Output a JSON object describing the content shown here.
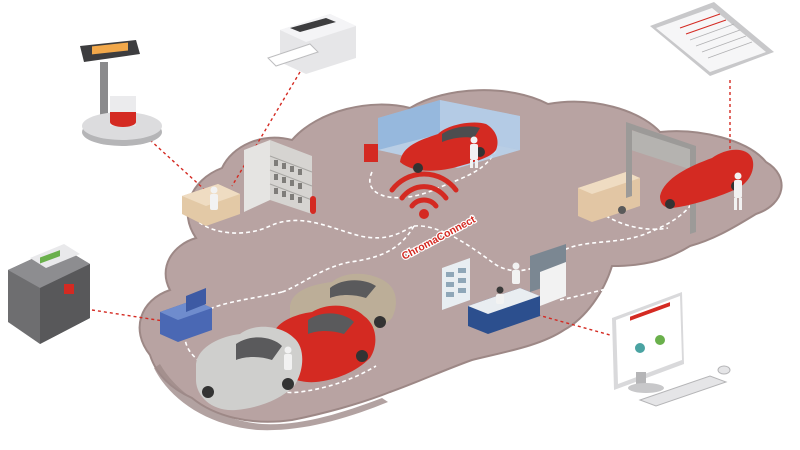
{
  "hub": {
    "label": "ChromaConnect",
    "icon": "wifi-icon"
  },
  "colors": {
    "accent_red": "#d42a22",
    "cloud_floor": "#b9a5a4",
    "cloud_edge": "#9d8886",
    "path_dash": "#ffffff",
    "connector_dash": "#d42a22",
    "device_dark": "#4d4d4f",
    "spray_booth": "#9fc3e6",
    "reception_blue": "#2c4f8e",
    "car_grey": "#c9c9c7",
    "car_beige": "#b9ab96"
  },
  "devices": [
    {
      "id": "scale",
      "icon": "scale-icon"
    },
    {
      "id": "label-printer",
      "icon": "printer-icon"
    },
    {
      "id": "tablet-report",
      "icon": "tablet-icon"
    },
    {
      "id": "spectrophotometer",
      "icon": "spectrophotometer-icon"
    },
    {
      "id": "desktop-computer",
      "icon": "monitor-icon"
    }
  ],
  "stations": [
    {
      "id": "mixing-room",
      "icon": "mixing-shelves-icon"
    },
    {
      "id": "spray-booth",
      "icon": "spray-booth-icon"
    },
    {
      "id": "prep-bay",
      "icon": "garage-door-icon"
    },
    {
      "id": "reception-desk",
      "icon": "reception-icon"
    },
    {
      "id": "color-matching-station",
      "icon": "workbench-icon"
    }
  ]
}
